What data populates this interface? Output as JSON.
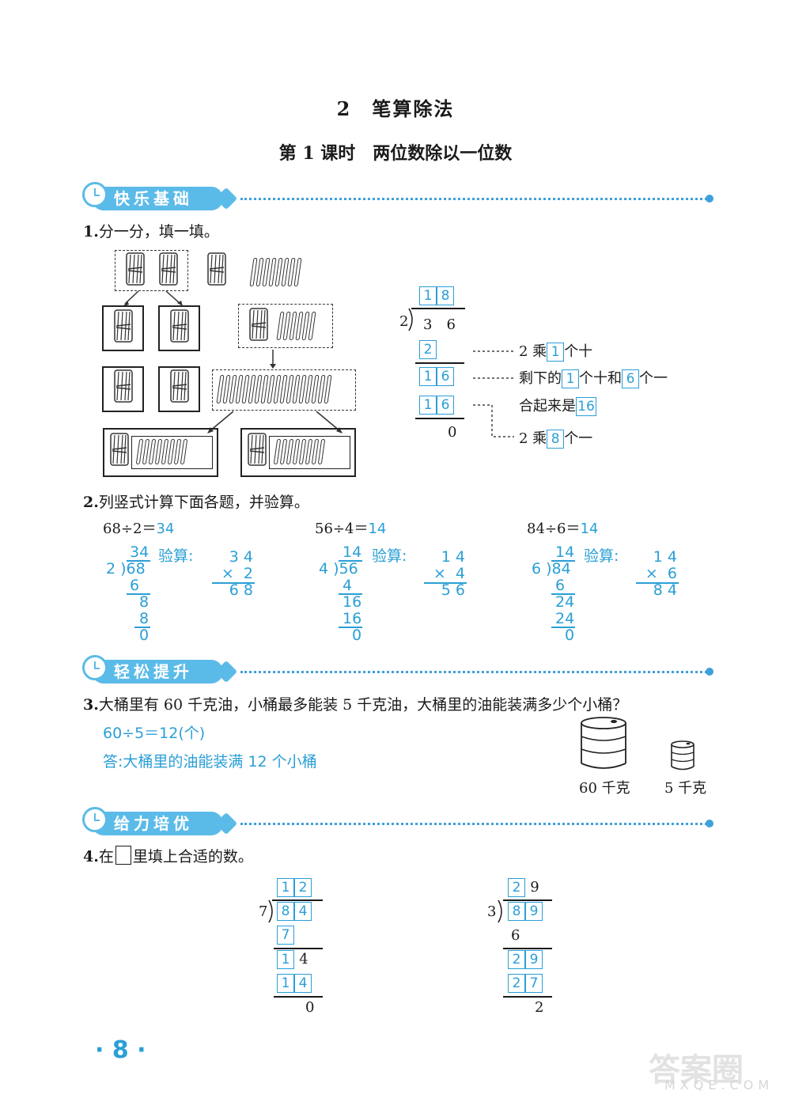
{
  "title": "2　笔算除法",
  "subtitle": "第 1 课时　两位数除以一位数",
  "banners": {
    "b1": "快乐基础",
    "b2": "轻松提升",
    "b3": "给力培优"
  },
  "q1": {
    "num": "1.",
    "text": "分一分，填一填。",
    "quotient": [
      "1",
      "8"
    ],
    "divisor": "2",
    "dividend": "3　6",
    "step1": "2",
    "step2": [
      "1",
      "6"
    ],
    "step3": [
      "1",
      "6"
    ],
    "remainder": "0",
    "note1_a": "2 乘",
    "note1_box": "1",
    "note1_b": "个十",
    "note2_a": "剩下的",
    "note2_box1": "1",
    "note2_b": "个十和",
    "note2_box2": "6",
    "note2_c": "个一",
    "note3_a": "合起来是",
    "note3_box": "16",
    "note4_a": "2 乘",
    "note4_box": "8",
    "note4_b": "个一"
  },
  "q2": {
    "num": "2.",
    "text": "列竖式计算下面各题，并验算。",
    "problems": [
      {
        "eq": "68÷2＝",
        "ans": "34",
        "check": "验算:",
        "q": "34",
        "div": "2 )68",
        "s1": "6",
        "s2": "8",
        "s3": "8",
        "r": "0",
        "m1": "3 4",
        "m2": "×  2",
        "m3": "6 8"
      },
      {
        "eq": "56÷4＝",
        "ans": "14",
        "check": "验算:",
        "q": "14",
        "div": "4 )56",
        "s1": "4",
        "s2": "16",
        "s3": "16",
        "r": "0",
        "m1": "1 4",
        "m2": "×  4",
        "m3": "5 6"
      },
      {
        "eq": "84÷6＝",
        "ans": "14",
        "check": "验算:",
        "q": "14",
        "div": "6 )84",
        "s1": "6",
        "s2": "24",
        "s3": "24",
        "r": "0",
        "m1": "1 4",
        "m2": "×  6",
        "m3": "8 4"
      }
    ]
  },
  "q3": {
    "num": "3.",
    "text": "大桶里有 60 千克油，小桶最多能装 5 千克油，大桶里的油能装满多少个小桶？",
    "line1": "60÷5＝12(个)",
    "line2": "答:大桶里的油能装满 12 个小桶",
    "big_cap": "60 千克",
    "small_cap": "5 千克"
  },
  "q4": {
    "num": "4.",
    "text_a": "在",
    "text_b": "里填上合适的数。",
    "left": {
      "q": [
        "1",
        "2"
      ],
      "divisor": "7",
      "d": [
        "8",
        "4"
      ],
      "s1": "7",
      "s2a": "1",
      "s2b": "4",
      "s3": [
        "1",
        "4"
      ],
      "r": "0"
    },
    "right": {
      "qa": "2",
      "qb": "9",
      "divisor": "3",
      "d": [
        "8",
        "9"
      ],
      "s1": "6",
      "s2": [
        "2",
        "9"
      ],
      "s3": [
        "2",
        "7"
      ],
      "r": "2"
    }
  },
  "page_number": "· 8 ·",
  "watermark": "答案圈",
  "watermark_url": "MXQE.COM",
  "colors": {
    "accent": "#2a9fd6",
    "banner": "#5bbbe8"
  }
}
